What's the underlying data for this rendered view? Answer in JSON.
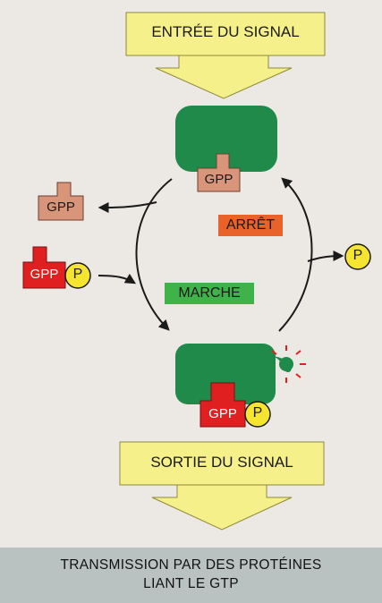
{
  "signal_in": "ENTRÉE DU SIGNAL",
  "signal_out": "SORTIE DU SIGNAL",
  "state_off": "ARRÊT",
  "state_on": "MARCHE",
  "gdp_label": "GPP",
  "phosphate_label": "P",
  "caption_line1": "TRANSMISSION PAR DES PROTÉINES",
  "caption_line2": "LIANT LE GTP",
  "colors": {
    "yellow": "#f5f08a",
    "green": "#1f8a4a",
    "red": "#e02020",
    "salmon": "#d9957a",
    "orange": "#e8622a",
    "lightgreen": "#3fb24a",
    "phosphate": "#f6e530"
  }
}
